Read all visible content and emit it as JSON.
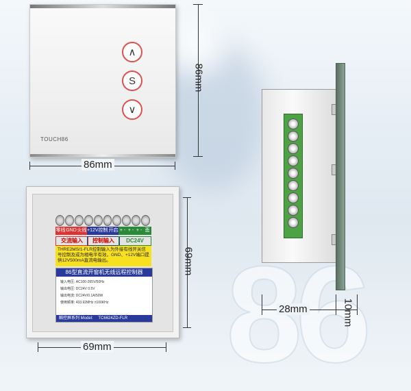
{
  "front": {
    "up_glyph": "∧",
    "s_label": "S",
    "down_glyph": "∨",
    "brand": "TOUCH86",
    "dim_width": "86mm",
    "dim_height": "86mm"
  },
  "back": {
    "dim_width": "69mm",
    "dim_height": "69mm",
    "terminal_labels": [
      "零线",
      "GND",
      "火线",
      "+12V",
      "控制",
      "开启",
      "+ -",
      "+ -",
      "+ -",
      "悲"
    ],
    "groups": [
      "交流输入",
      "控制输入",
      "DC24V"
    ],
    "tip_text": "THRE2MS/1-FLR控制输入为外接有线开关信号控制及或为相电平有效，GND、+12V端口提供12V500mA直流电输出。",
    "label_title": "86型直流开窗机无线远程控制器",
    "specs": [
      "输入电压: AC100-265V/50Hz",
      "输出电压: DC24V 0.5V",
      "输出电流: DC24V/0.1A/50W",
      "使用频率: 433.92MHz ±100KHz"
    ],
    "series": "触控屏系列  Model:",
    "model": "TC6624ZD-FLR"
  },
  "side": {
    "dim_depth": "28mm",
    "dim_plate": "10mm"
  },
  "watermark": "86"
}
